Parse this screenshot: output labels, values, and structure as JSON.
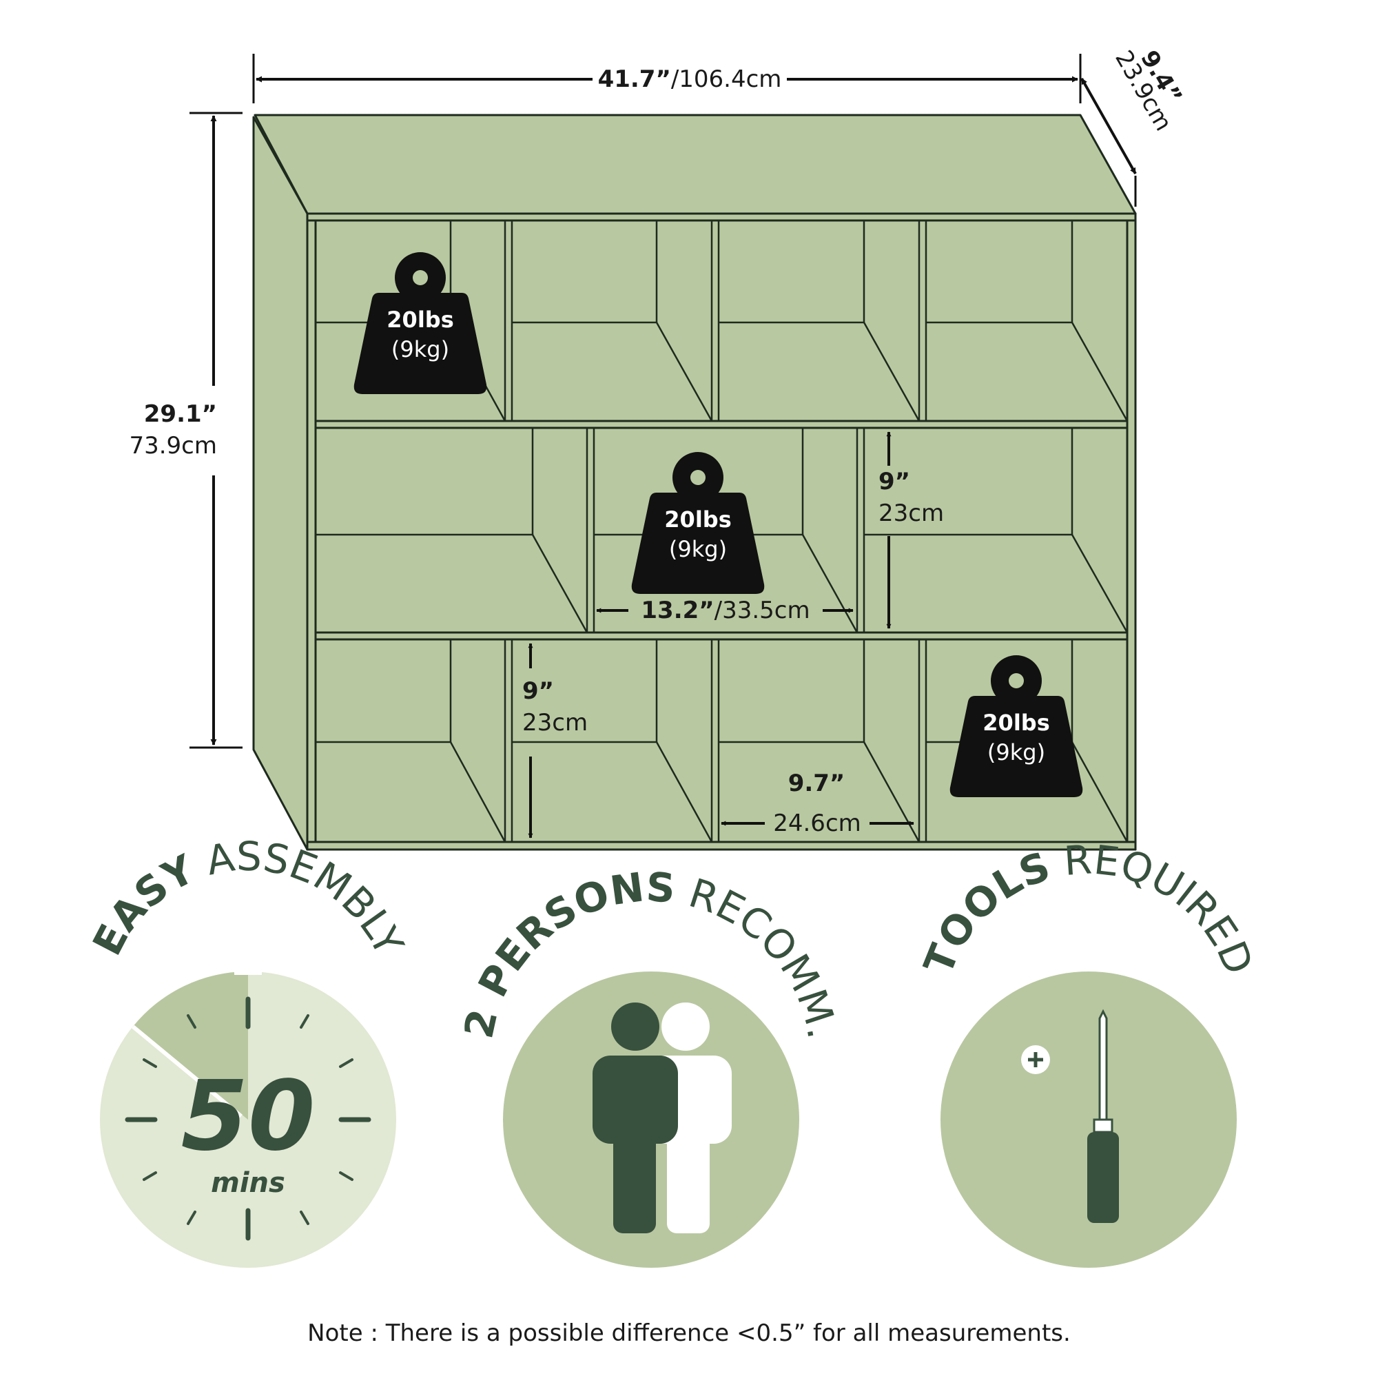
{
  "dimensions": {
    "width_in": "41.7”",
    "width_cm": "/106.4cm",
    "depth_in": "9.4”",
    "depth_cm": "23.9cm",
    "height_in": "29.1”",
    "height_cm": "73.9cm",
    "cubby_width_in": "13.2”",
    "cubby_width_cm": "/33.5cm",
    "inner_height_right_in": "9”",
    "inner_height_right_cm": "23cm",
    "inner_height_bottom_in": "9”",
    "inner_height_bottom_cm": "23cm",
    "small_cubby_width_in": "9.7”",
    "small_cubby_width_cm": "24.6cm"
  },
  "weights": [
    {
      "lbs": "20lbs",
      "kg": "(9kg)"
    },
    {
      "lbs": "20lbs",
      "kg": "(9kg)"
    },
    {
      "lbs": "20lbs",
      "kg": "(9kg)"
    }
  ],
  "badges": {
    "assembly": {
      "bold": "EASY",
      "regular": "ASSEMBLY",
      "time": "50",
      "unit": "mins"
    },
    "persons": {
      "bold": "2 PERSONS",
      "regular": "RECOMM."
    },
    "tools": {
      "bold": "TOOLS",
      "regular": "REQUIRED"
    }
  },
  "note": "Note : There is a possible difference <0.5” for all measurements.",
  "colors": {
    "shelf": "#b8c8a0",
    "dark_green": "#38513e",
    "light_green": "#e1e8d3",
    "mid_green": "#b8c7a0",
    "weight_black": "#111111"
  }
}
